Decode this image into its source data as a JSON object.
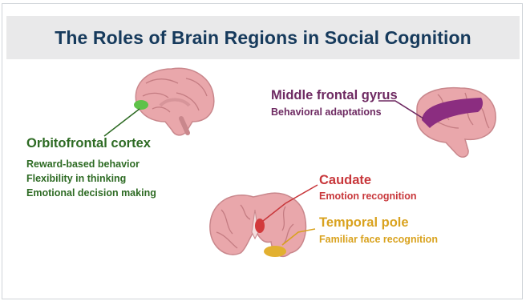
{
  "title": "The Roles of Brain Regions in Social Cognition",
  "regions": {
    "orbitofrontal": {
      "name": "Orbitofrontal cortex",
      "functions": [
        "Reward-based behavior",
        "Flexibility in thinking",
        "Emotional decision making"
      ],
      "color": "#2e6b24",
      "highlight": "#5fc24a"
    },
    "middle_frontal": {
      "name": "Middle frontal gyrus",
      "function": "Behavioral adaptations",
      "color": "#6e2a62",
      "highlight": "#8b2d80"
    },
    "caudate": {
      "name": "Caudate",
      "function": "Emotion recognition",
      "color": "#c8373b",
      "highlight": "#d23a3c"
    },
    "temporal_pole": {
      "name": "Temporal pole",
      "function": "Familiar face recognition",
      "color": "#d9a21e",
      "highlight": "#e2b030"
    }
  }
}
